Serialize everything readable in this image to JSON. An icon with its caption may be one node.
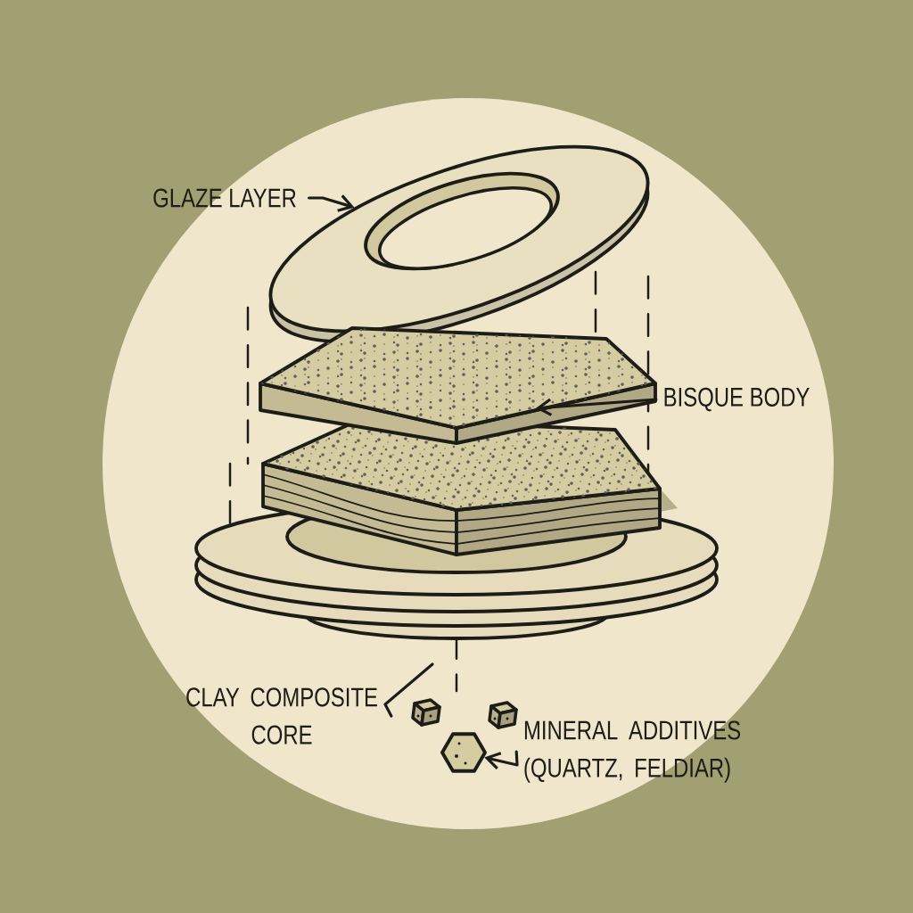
{
  "diagram": {
    "nodes": [
      {
        "text": [
          "GLAZE LAYER"
        ]
      },
      {
        "text": [],
        "shape": "ring"
      },
      {
        "text": [
          "BISQUE BODY"
        ]
      },
      {
        "text": [],
        "shape": "slab"
      },
      {
        "text": [
          "CLAY COMPOSITE CORE"
        ]
      },
      {
        "text": [
          "MINERAL ADDITIVES (QUARTZ, FELDIAR)"
        ]
      },
      {
        "text": [],
        "shape": "hexagon"
      }
    ],
    "edges": [
      {
        "from": 0,
        "to": 1,
        "arrow": "to"
      },
      {
        "from": 2,
        "to": 3,
        "arrow": "to"
      },
      {
        "from": 4,
        "to": null,
        "arrow": "none"
      },
      {
        "from": 5,
        "to": 6,
        "arrow": "to"
      }
    ]
  }
}
